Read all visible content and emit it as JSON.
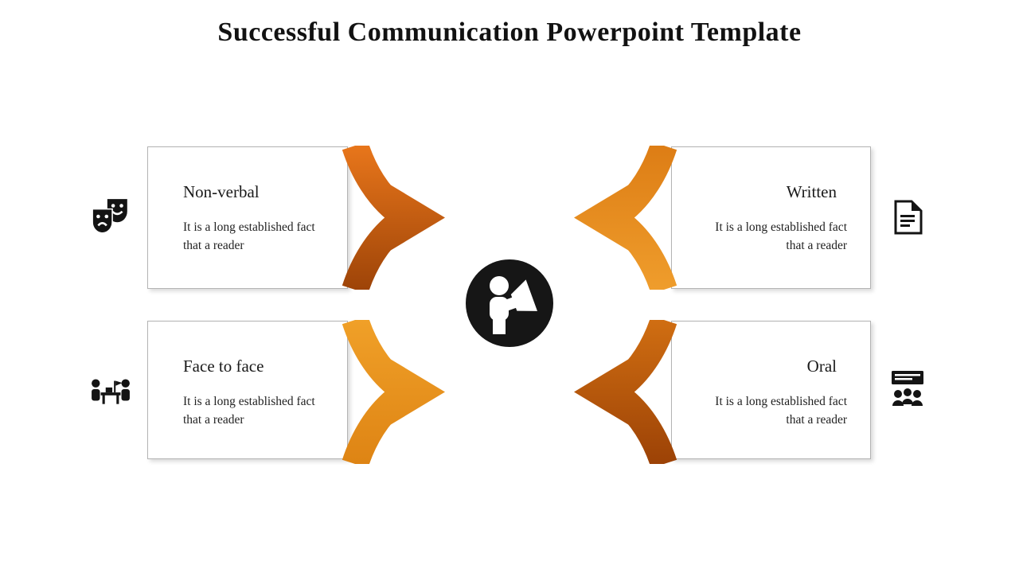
{
  "title": "Successful Communication Powerpoint Template",
  "cards": [
    {
      "heading": "Non-verbal",
      "body": "It is a long established fact that a reader"
    },
    {
      "heading": "Written",
      "body": "It is a long established fact that a reader"
    },
    {
      "heading": "Face to face",
      "body": "It is a long established fact that a reader"
    },
    {
      "heading": "Oral",
      "body": "It is a long established fact that a reader"
    }
  ],
  "icons": {
    "center": "announcer-megaphone-icon",
    "top_left": "theater-masks-icon",
    "top_right": "document-icon",
    "bottom_left": "meeting-table-icon",
    "bottom_right": "presentation-audience-icon"
  },
  "colors": {
    "background": "#ffffff",
    "text": "#1a1a1a",
    "hub": "#161616",
    "card_border": "#b3b3b3"
  },
  "arrow_colors": {
    "top_left": {
      "from": "#E8761B",
      "to": "#9E4408"
    },
    "top_right": {
      "from": "#DD7D15",
      "to": "#EF9D2C"
    },
    "bottom_left": {
      "from": "#F0A028",
      "to": "#DE8414"
    },
    "bottom_right": {
      "from": "#D06E12",
      "to": "#9C4206"
    }
  }
}
